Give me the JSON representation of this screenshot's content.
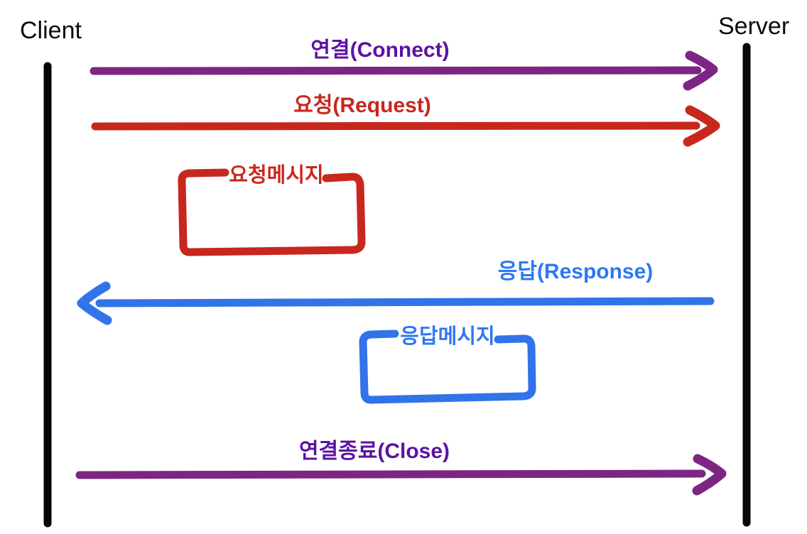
{
  "diagram": {
    "type": "sequence-diagram",
    "background": "#ffffff",
    "actors": [
      {
        "name": "Client",
        "side": "left",
        "color": "#0b0b0b"
      },
      {
        "name": "Server",
        "side": "right",
        "color": "#0b0b0b"
      }
    ],
    "messages": [
      {
        "label": "연결(Connect)",
        "from": "Client",
        "to": "Server",
        "direction": "right",
        "arrow_color": "#7d2584",
        "label_color": "#5c12a3"
      },
      {
        "label": "요청(Request)",
        "from": "Client",
        "to": "Server",
        "direction": "right",
        "arrow_color": "#c8271e",
        "label_color": "#c8271e"
      },
      {
        "label": "응답(Response)",
        "from": "Server",
        "to": "Client",
        "direction": "left",
        "arrow_color": "#3173e9",
        "label_color": "#2d78f3"
      },
      {
        "label": "연결종료(Close)",
        "from": "Client",
        "to": "Server",
        "direction": "right",
        "arrow_color": "#7d2584",
        "label_color": "#5c12a3"
      }
    ],
    "notes": [
      {
        "label": "요청메시지",
        "attached_to": "요청(Request)",
        "color": "#c8271e"
      },
      {
        "label": "응답메시지",
        "attached_to": "응답(Response)",
        "color": "#3173e9"
      }
    ],
    "lifeline_color": "#000000"
  }
}
